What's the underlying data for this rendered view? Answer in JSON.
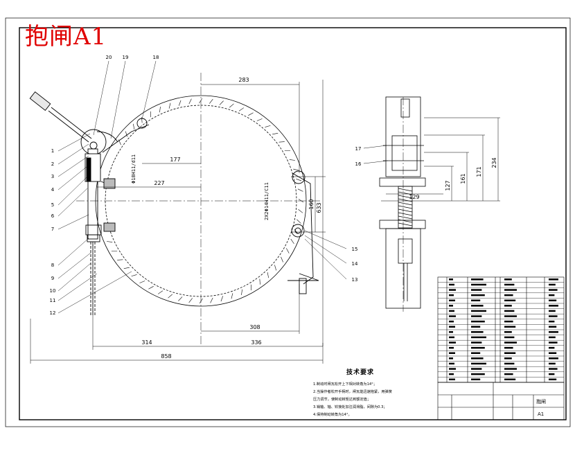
{
  "title": "抱闸A1",
  "colors": {
    "title": "#e00000",
    "line": "#000000",
    "axis": "#000000"
  },
  "dimensions": {
    "d283": "283",
    "d177": "177",
    "d227": "227",
    "d160": "160",
    "d633": "633",
    "d308": "308",
    "d314": "314",
    "d336": "336",
    "d858": "858",
    "d234": "234",
    "d171": "171",
    "d161": "161",
    "d127": "127",
    "d129": "129",
    "fit_left": "Φ18H11/d11",
    "fit_center": "2X2Φ14H11/C11"
  },
  "part_numbers": {
    "left": [
      "1",
      "2",
      "3",
      "4",
      "5",
      "6",
      "7",
      "8",
      "9",
      "10",
      "11",
      "12"
    ],
    "top": [
      "20",
      "19",
      "18"
    ],
    "right": [
      "15",
      "14",
      "13"
    ],
    "side": [
      "17",
      "16"
    ]
  },
  "tech_requirements": {
    "title": "技术要求",
    "notes": [
      "1.制动时闸瓦松开上下相对转角为14°；",
      "2.当操作者松开手柄时，闸瓦能迅速抱紧，用弹簧",
      "压力调节，使制动转矩达到额定值；",
      "3.销轴、轴、铰接处加注润滑脂，间隙为0.3；",
      "4.保持制动转角为14°。"
    ]
  },
  "title_block": {
    "name": "抱闸",
    "code": "A1"
  }
}
